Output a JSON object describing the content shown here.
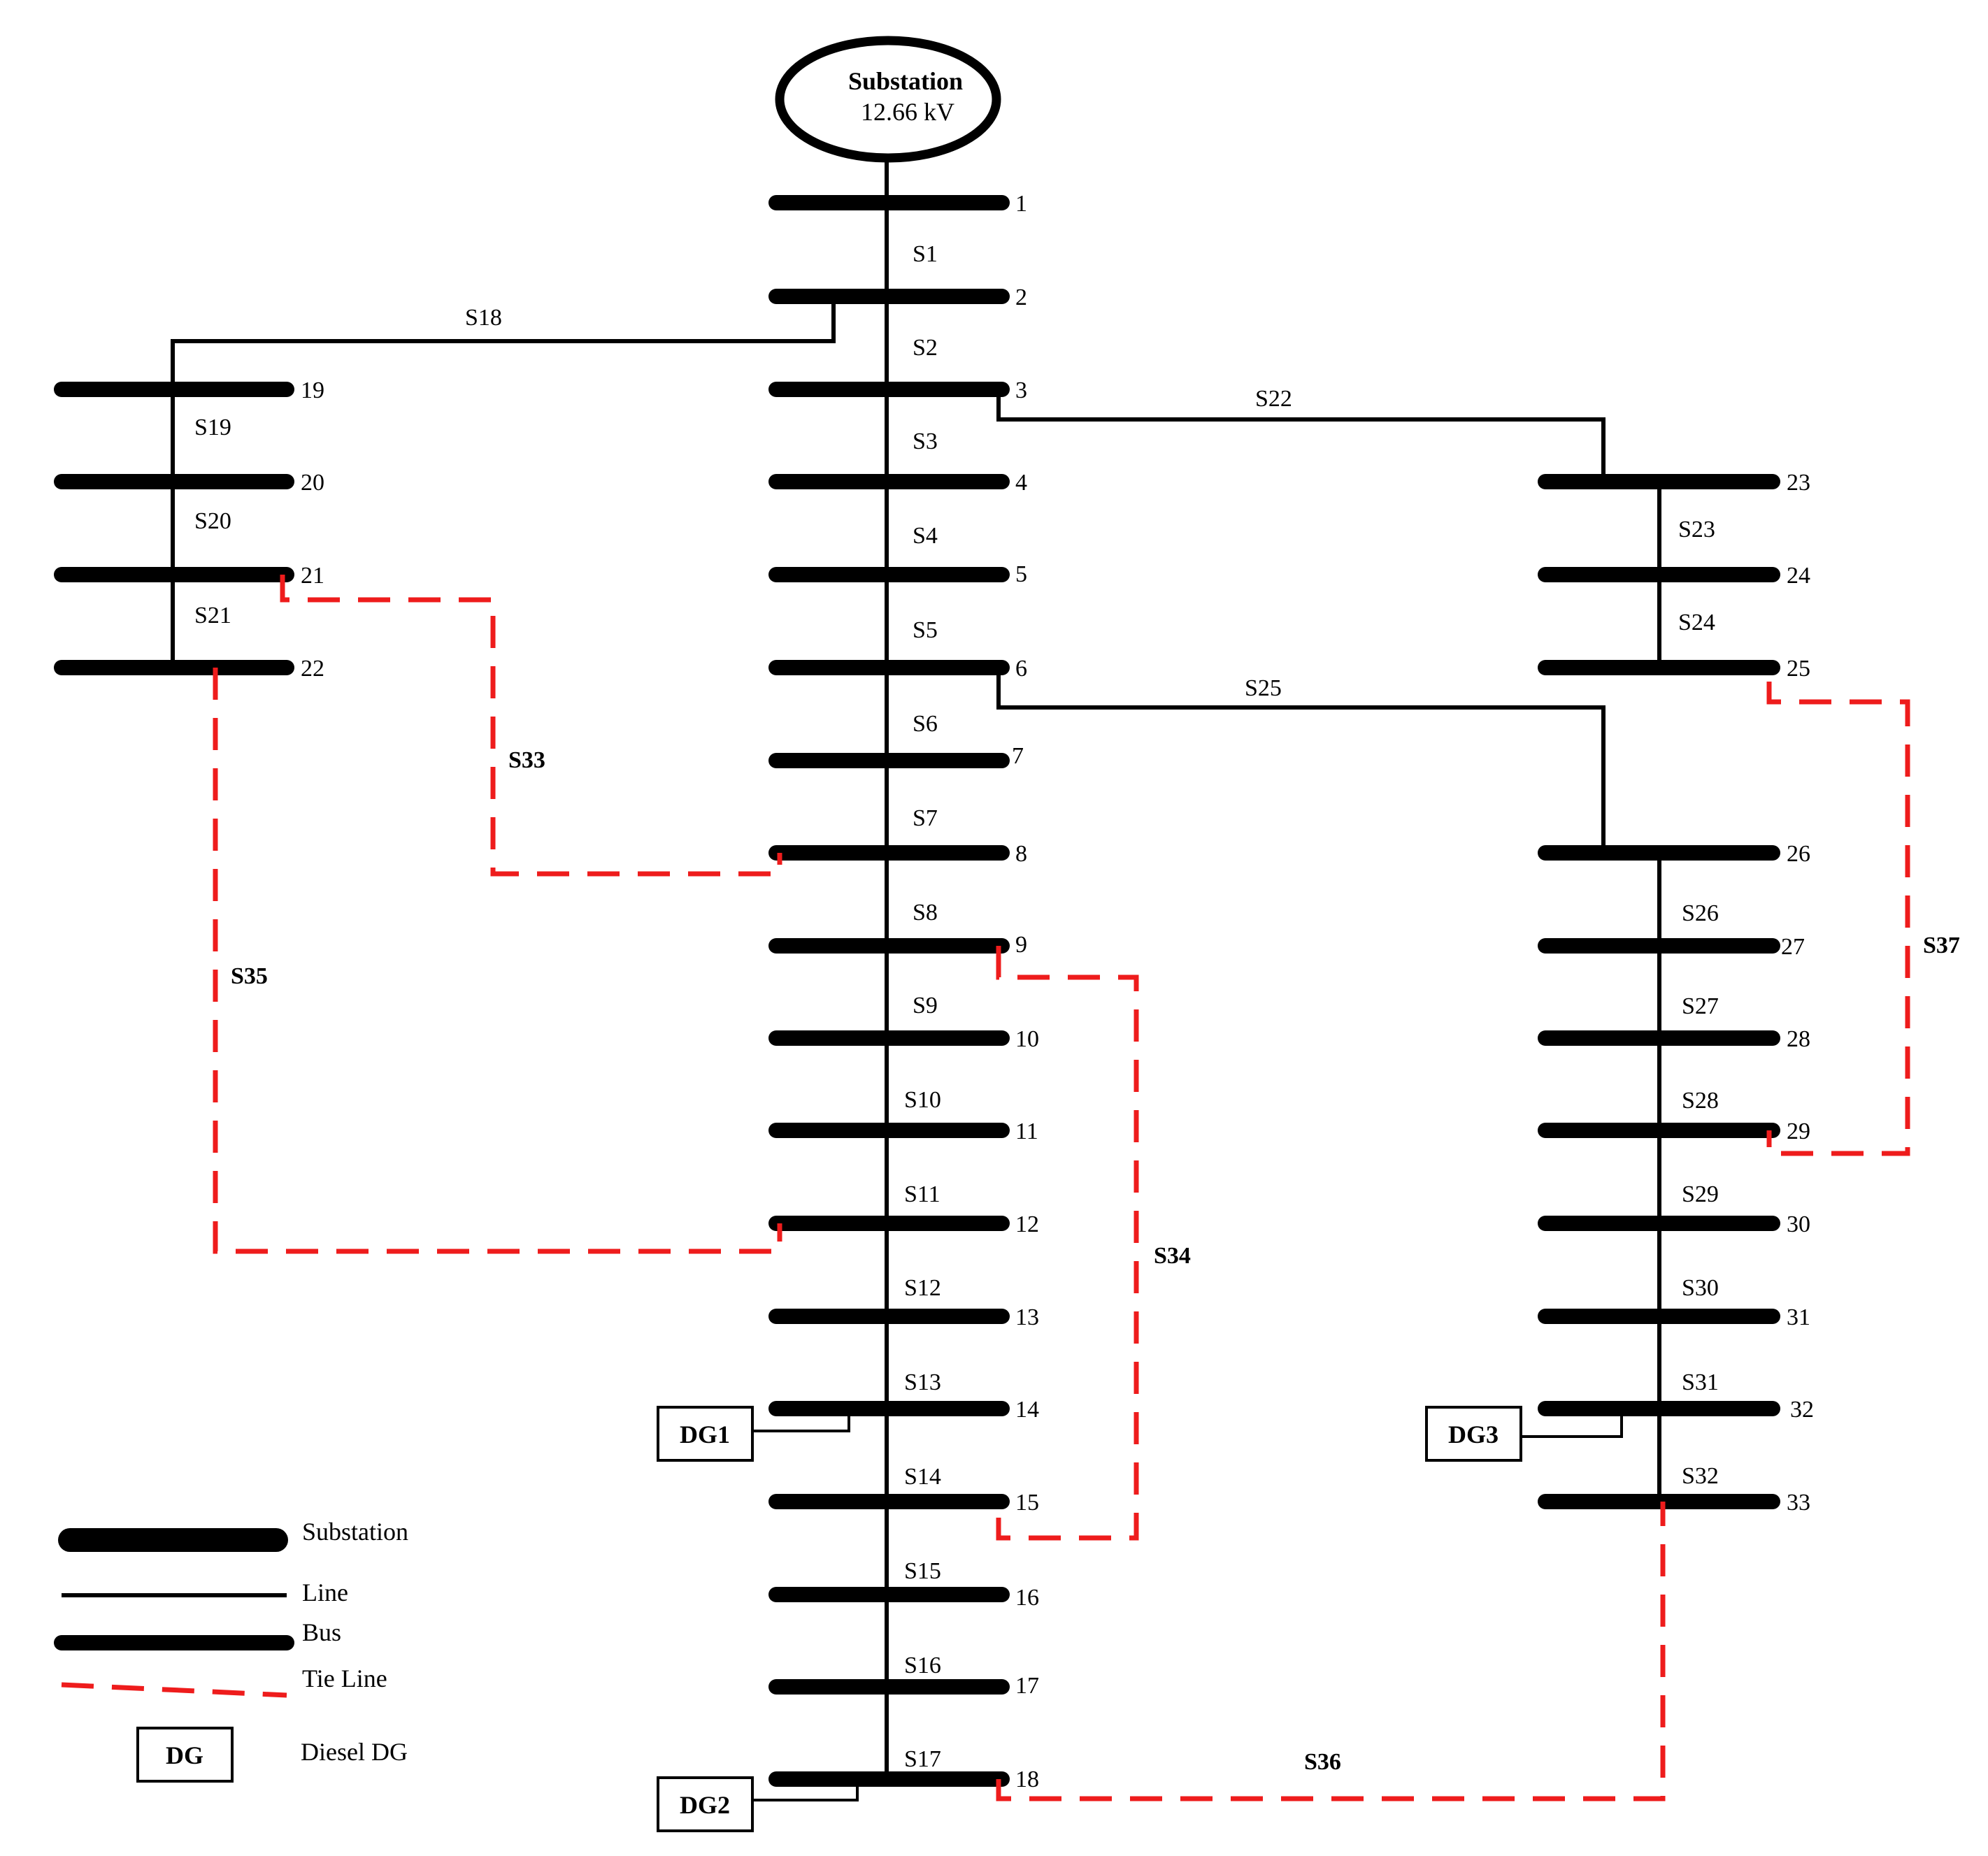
{
  "substation": {
    "title": "Substation",
    "voltage": "12.66 kV"
  },
  "buses": [
    {
      "n": "1"
    },
    {
      "n": "2"
    },
    {
      "n": "3"
    },
    {
      "n": "4"
    },
    {
      "n": "5"
    },
    {
      "n": "6"
    },
    {
      "n": "7"
    },
    {
      "n": "8"
    },
    {
      "n": "9"
    },
    {
      "n": "10"
    },
    {
      "n": "11"
    },
    {
      "n": "12"
    },
    {
      "n": "13"
    },
    {
      "n": "14"
    },
    {
      "n": "15"
    },
    {
      "n": "16"
    },
    {
      "n": "17"
    },
    {
      "n": "18"
    },
    {
      "n": "19"
    },
    {
      "n": "20"
    },
    {
      "n": "21"
    },
    {
      "n": "22"
    },
    {
      "n": "23"
    },
    {
      "n": "24"
    },
    {
      "n": "25"
    },
    {
      "n": "26"
    },
    {
      "n": "27"
    },
    {
      "n": "28"
    },
    {
      "n": "29"
    },
    {
      "n": "30"
    },
    {
      "n": "31"
    },
    {
      "n": "32"
    },
    {
      "n": "33"
    }
  ],
  "switches": [
    "S1",
    "S2",
    "S3",
    "S4",
    "S5",
    "S6",
    "S7",
    "S8",
    "S9",
    "S10",
    "S11",
    "S12",
    "S13",
    "S14",
    "S15",
    "S16",
    "S17",
    "S18",
    "S19",
    "S20",
    "S21",
    "S22",
    "S23",
    "S24",
    "S25",
    "S26",
    "S27",
    "S28",
    "S29",
    "S30",
    "S31",
    "S32"
  ],
  "tie_switches": [
    "S33",
    "S34",
    "S35",
    "S36",
    "S37"
  ],
  "generators": [
    "DG1",
    "DG2",
    "DG3"
  ],
  "legend": {
    "substation": "Substation",
    "line": "Line",
    "bus": "Bus",
    "tie_line": "Tie Line",
    "dg_box": "DG",
    "dg": "Diesel DG"
  },
  "colors": {
    "line": "#000000",
    "tie_line": "#ee1c1c",
    "background": "#ffffff"
  }
}
